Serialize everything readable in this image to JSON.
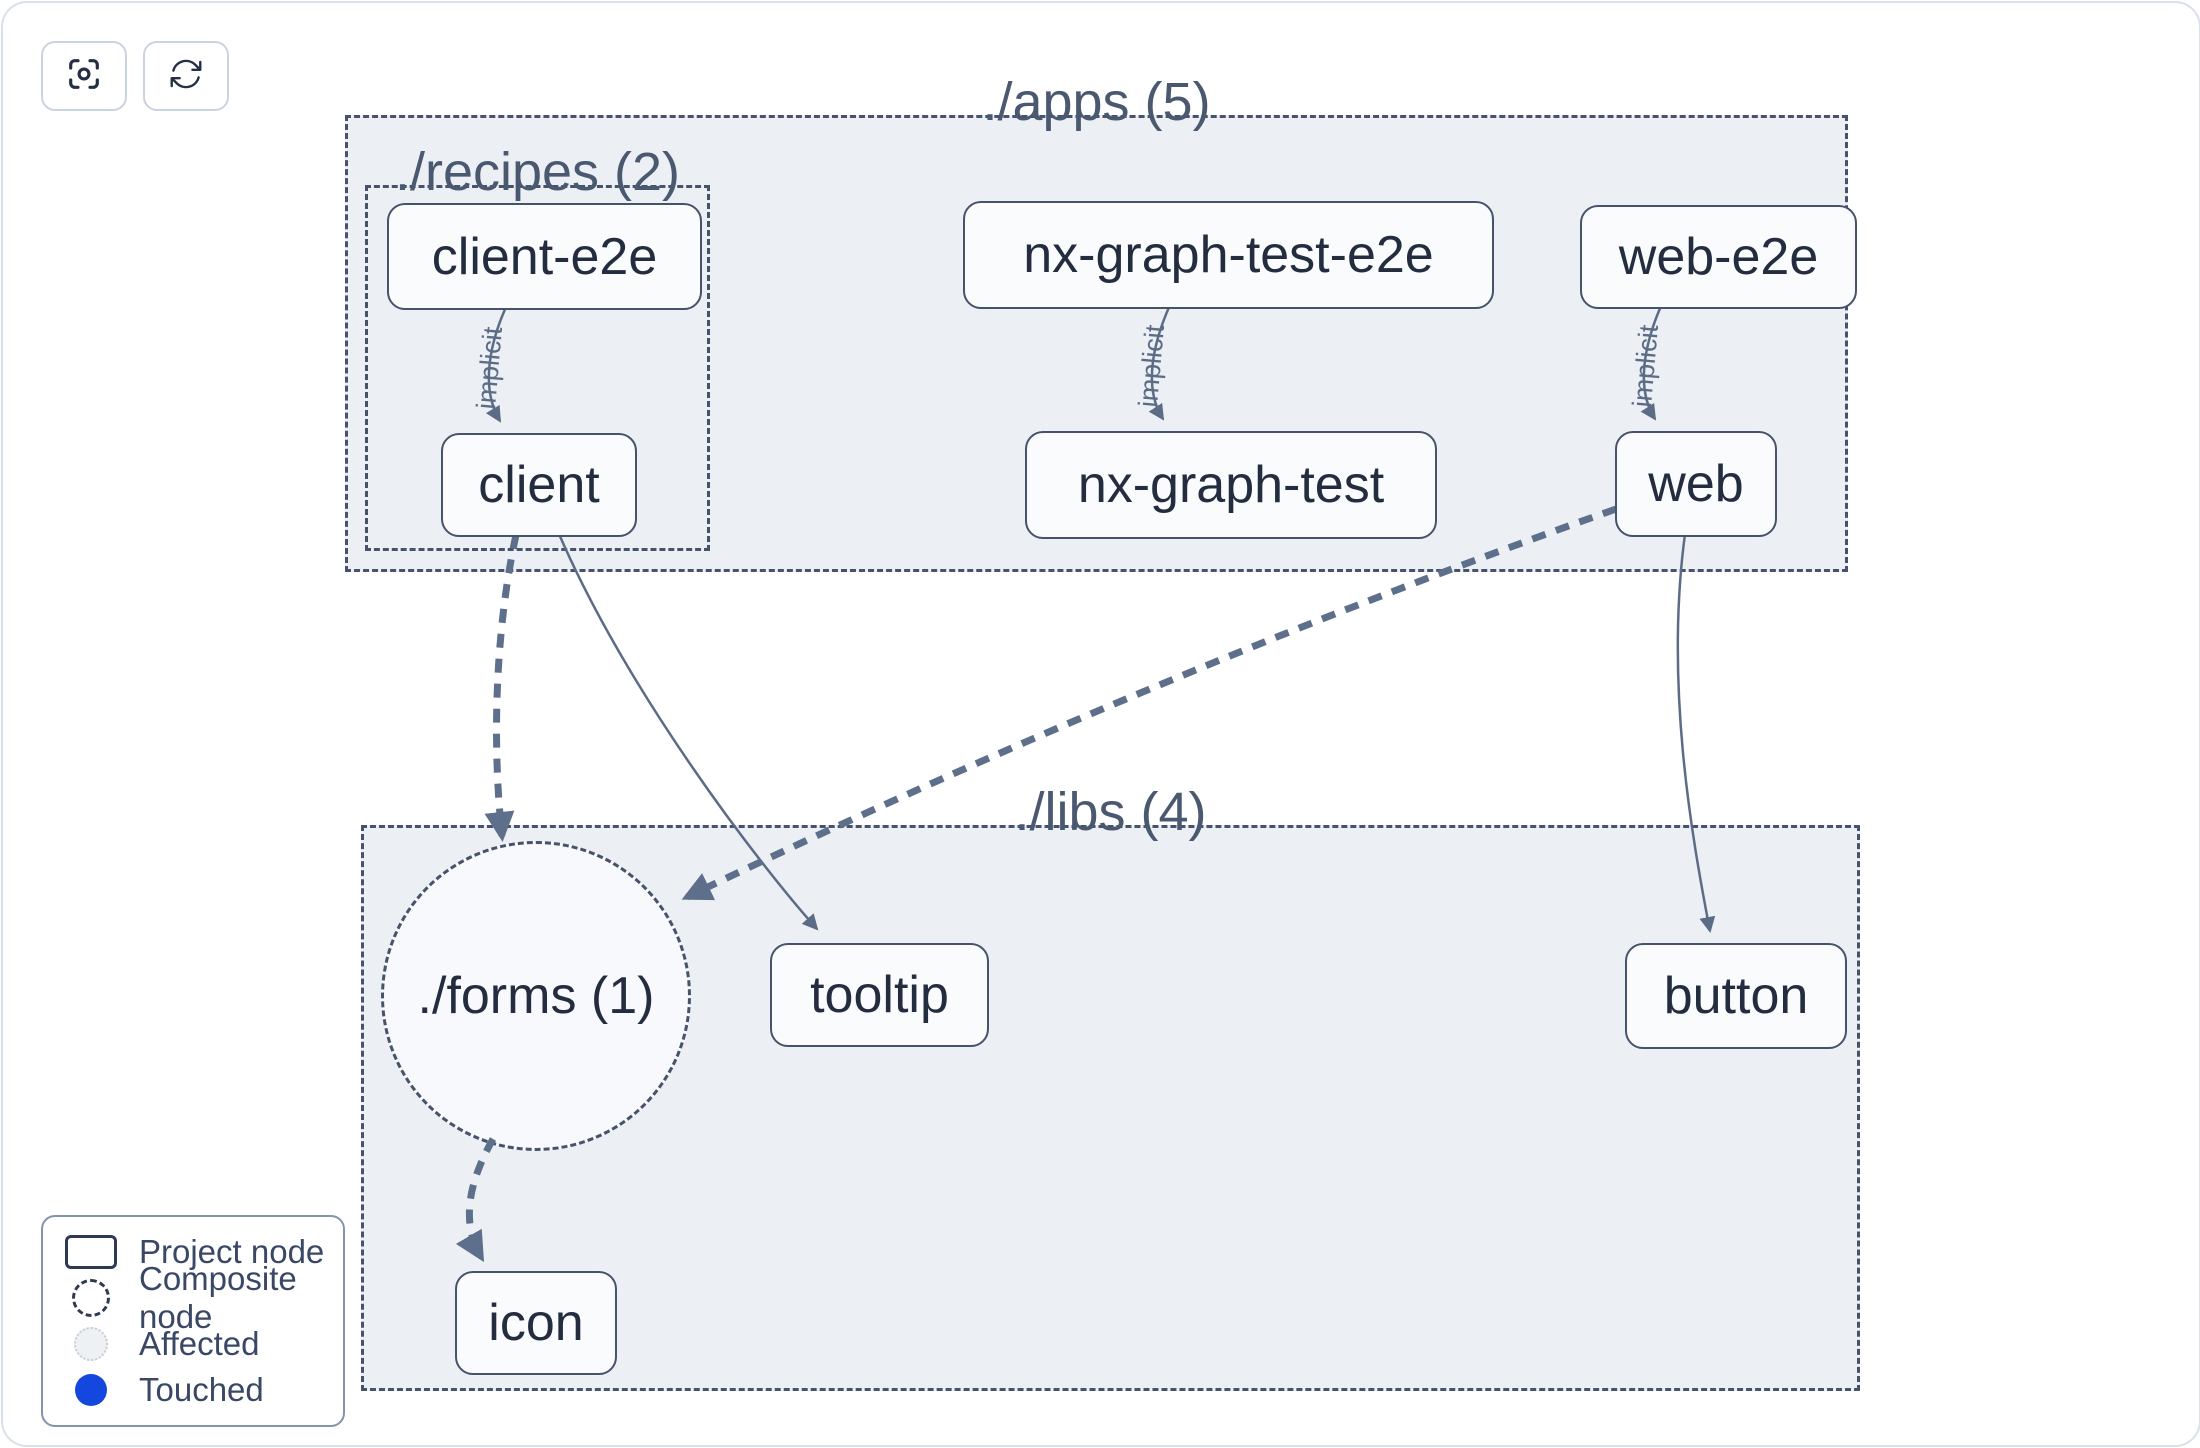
{
  "toolbar": {
    "buttons": [
      {
        "name": "focus-reset",
        "icon": "scan-focus-icon"
      },
      {
        "name": "refresh",
        "icon": "refresh-arrows-icon"
      }
    ]
  },
  "groups": {
    "apps": {
      "label": "./apps (5)"
    },
    "recipes": {
      "label": "./recipes (2)"
    },
    "libs": {
      "label": "./libs (4)"
    },
    "forms": {
      "label": "./forms (1)"
    }
  },
  "nodes": {
    "client_e2e": {
      "label": "client-e2e"
    },
    "client": {
      "label": "client"
    },
    "nx_graph_test_e2e": {
      "label": "nx-graph-test-e2e"
    },
    "nx_graph_test": {
      "label": "nx-graph-test"
    },
    "web_e2e": {
      "label": "web-e2e"
    },
    "web": {
      "label": "web"
    },
    "tooltip": {
      "label": "tooltip"
    },
    "button": {
      "label": "button"
    },
    "icon": {
      "label": "icon"
    }
  },
  "edges": {
    "implicit_label": "implicit",
    "list": [
      {
        "from": "client-e2e",
        "to": "client",
        "type": "implicit"
      },
      {
        "from": "nx-graph-test-e2e",
        "to": "nx-graph-test",
        "type": "implicit"
      },
      {
        "from": "web-e2e",
        "to": "web",
        "type": "implicit"
      },
      {
        "from": "client",
        "to": "./forms (1)",
        "type": "dashed"
      },
      {
        "from": "client",
        "to": "tooltip",
        "type": "direct"
      },
      {
        "from": "web",
        "to": "./forms (1)",
        "type": "dashed"
      },
      {
        "from": "web",
        "to": "button",
        "type": "direct"
      },
      {
        "from": "./forms (1)",
        "to": "icon",
        "type": "dashed"
      }
    ]
  },
  "legend": {
    "items": [
      {
        "label": "Project node",
        "swatch": "project-node-outline"
      },
      {
        "label": "Composite node",
        "swatch": "composite-node-dashed-circle"
      },
      {
        "label": "Affected",
        "swatch": "affected-light-circle"
      },
      {
        "label": "Touched",
        "swatch": "touched-blue-circle"
      }
    ]
  },
  "colors": {
    "touched_blue": "#1347dd",
    "affected_fill": "#eef1f4",
    "container_fill": "#ecf0f5",
    "node_fill": "#fafbfd",
    "outline_slate": "#47536b",
    "edge_slate": "#5d6f8a",
    "text_dark": "#242d3f"
  }
}
